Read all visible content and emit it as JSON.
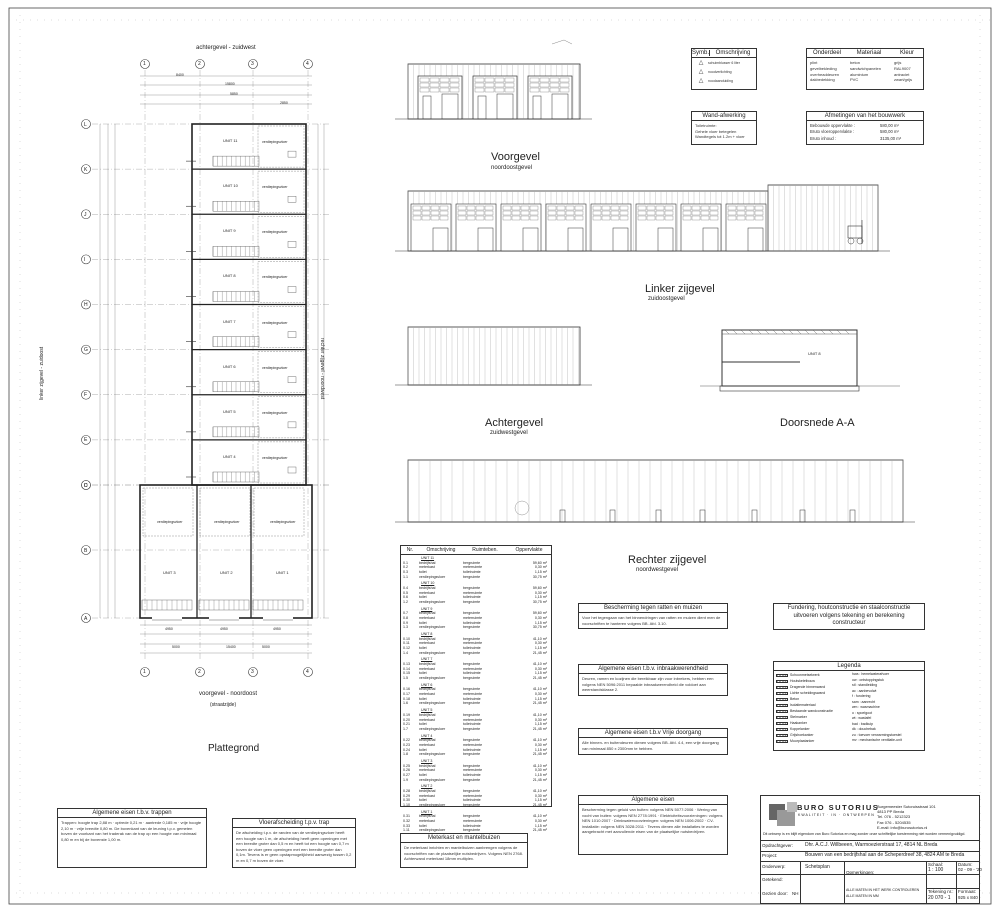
{
  "plan": {
    "title": "Plattegrond",
    "top_label": "achtergevel - zuidwest",
    "bottom_label": "voorgevel - noordoost",
    "bottom_sub": "(straatzijde)",
    "left_label": "linker zijgevel - zuidoost",
    "right_label": "rechter zijgevel - noordwest",
    "col_markers": [
      "1",
      "2",
      "3",
      "4"
    ],
    "row_markers": [
      "L",
      "K",
      "J",
      "I",
      "H",
      "G",
      "F",
      "E",
      "D",
      "C",
      "B",
      "A"
    ],
    "upper_units": [
      "UNIT 11",
      "UNIT 10",
      "UNIT 9",
      "UNIT 8",
      "UNIT 7",
      "UNIT 6",
      "UNIT 5",
      "UNIT 4"
    ],
    "lower_units": [
      "UNIT 3",
      "UNIT 2",
      "UNIT 1"
    ],
    "mezz_label": "verdiepingsvloer",
    "dims_top": [
      "8400",
      "15800",
      "5850",
      "2850"
    ],
    "dims_bottom": [
      "4950",
      "4950",
      "4950",
      "15400",
      "5000",
      "5000"
    ]
  },
  "views": {
    "front": {
      "title": "Voorgevel",
      "sub": "noordoostgevel"
    },
    "left": {
      "title": "Linker zijgevel",
      "sub": "zuidoostgevel"
    },
    "back": {
      "title": "Achtergevel",
      "sub": "zuidwestgevel"
    },
    "section": {
      "title": "Doorsnede A-A"
    },
    "right": {
      "title": "Rechter zijgevel",
      "sub": "noordwestgevel"
    },
    "section_unit": "UNIT 8"
  },
  "symbols": {
    "h1": "Symb.",
    "h2": "Omschrijving",
    "rows": [
      "schuimblusser 6 liter",
      "noodverlichting",
      "noodaanduiding"
    ]
  },
  "materials": {
    "headers": [
      "Onderdeel",
      "Materiaal",
      "Kleur"
    ],
    "rows": [
      [
        "plint",
        "beton",
        "grijs"
      ],
      [
        "gevelbekleding",
        "sandwichpanelen",
        "RAL9007"
      ],
      [
        "overheaddeuren",
        "aluminium",
        "antraciet"
      ],
      [
        "dakbedekking",
        "PVC",
        "zwart/grijs"
      ]
    ]
  },
  "wall": {
    "title": "Wand-afwerking",
    "lines": [
      "Toiletruimte:",
      "Gehele vloer betegelen",
      "Wandtegels tot 1.2m + vloer"
    ]
  },
  "measures": {
    "title": "Afmetingen van het bouwwerk",
    "rows": [
      [
        "Bebouwde oppervlakte :",
        "580,00 m²"
      ],
      [
        "Bruto vloeroppervlakte :",
        "580,00 m²"
      ],
      [
        "Bruto inhoud :",
        "3135,00 m³"
      ]
    ]
  },
  "rooms": {
    "headers": [
      "Nr.",
      "Omschrijving",
      "Ruimteben.",
      "Oppervlakte"
    ],
    "groups": [
      {
        "nr": [
          "0.1",
          "0.2",
          "0.3",
          "1.1"
        ],
        "unit": "UNIT 11",
        "vals": [
          "59,60 m²",
          "0,30 m²",
          "1,15 m²",
          "30,75 m²"
        ]
      },
      {
        "nr": [
          "0.4",
          "0.5",
          "0.6",
          "1.2"
        ],
        "unit": "UNIT 10",
        "vals": [
          "59,60 m²",
          "0,30 m²",
          "1,15 m²",
          "30,75 m²"
        ]
      },
      {
        "nr": [
          "0.7",
          "0.8",
          "0.9",
          "1.3"
        ],
        "unit": "UNIT 9",
        "vals": [
          "59,60 m²",
          "0,30 m²",
          "1,15 m²",
          "30,75 m²"
        ]
      },
      {
        "nr": [
          "0.10",
          "0.11",
          "0.12",
          "1.4"
        ],
        "unit": "UNIT 8",
        "vals": [
          "41,10 m²",
          "0,30 m²",
          "1,15 m²",
          "21,45 m²"
        ]
      },
      {
        "nr": [
          "0.13",
          "0.14",
          "0.15",
          "1.5"
        ],
        "unit": "UNIT 7",
        "vals": [
          "41,10 m²",
          "0,30 m²",
          "1,15 m²",
          "21,45 m²"
        ]
      },
      {
        "nr": [
          "0.16",
          "0.17",
          "0.18",
          "1.6"
        ],
        "unit": "UNIT 6",
        "vals": [
          "41,10 m²",
          "0,30 m²",
          "1,15 m²",
          "21,45 m²"
        ]
      },
      {
        "nr": [
          "0.19",
          "0.20",
          "0.21",
          "1.7"
        ],
        "unit": "UNIT 5",
        "vals": [
          "41,10 m²",
          "0,30 m²",
          "1,15 m²",
          "21,45 m²"
        ]
      },
      {
        "nr": [
          "0.22",
          "0.23",
          "0.24",
          "1.8"
        ],
        "unit": "UNIT 4",
        "vals": [
          "41,10 m²",
          "0,30 m²",
          "1,15 m²",
          "21,45 m²"
        ]
      },
      {
        "nr": [
          "0.25",
          "0.26",
          "0.27",
          "1.9"
        ],
        "unit": "UNIT 3",
        "vals": [
          "41,10 m²",
          "0,30 m²",
          "1,15 m²",
          "21,45 m²"
        ]
      },
      {
        "nr": [
          "0.28",
          "0.29",
          "0.30",
          "1.10"
        ],
        "unit": "UNIT 2",
        "vals": [
          "41,10 m²",
          "0,30 m²",
          "1,15 m²",
          "21,45 m²"
        ]
      },
      {
        "nr": [
          "0.31",
          "0.32",
          "0.33",
          "1.11"
        ],
        "unit": "UNIT 1",
        "vals": [
          "41,10 m²",
          "0,30 m²",
          "1,15 m²",
          "21,45 m²"
        ]
      }
    ],
    "descs": [
      "bedrijfshal",
      "meterkast",
      "toilet",
      "verdiepingsvloer"
    ],
    "types": [
      "bergruimte",
      "meterruimte",
      "toiletruimte",
      "bergruimte"
    ]
  },
  "notes": {
    "rats": {
      "title": "Bescherming tegen ratten en muizen",
      "body": "Voor het tegengaan van het binnendringen van ratten en muizen dient men de voorschriften te hanteren volgens BB. Afd. 3.10."
    },
    "burglary": {
      "title": "Algemene eisen t.b.v. inbraakwerendheid",
      "body": "Deuren, ramen en kozijnen die bereikbaar zijn voor inbrekers, hebben een volgens NEN 5096:2011 bepaalde inbraakwerendheid die voldoet aan weerstandsklasse 2."
    },
    "passage": {
      "title": "Algemene eisen t.b.v Vrije doorgang",
      "body": "Alle binnen- en buitendeuren dienen volgens BB. Afd. 4.4, een vrije doorgang van minimaal 850 x 2300mm te hebben."
    },
    "general": {
      "title": "Algemene eisen",
      "body": "Bescherming tegen geluid van buiten: volgens NEN 5077:2006 · Wering van vocht van buiten: volgens NEN 2778:1991 · Elektriciteitsvoorzieningen: volgens NEN 1010:2007 · Drinkwatervoorzieningen: volgens NEN 1006:2002 · CV-installatie: volgens NEN 3028:2011 · Tevens dienen alle installaties te worden aangebracht met aanvullende eisen van de plaatselijke nutsbedrijven."
    },
    "foundation": {
      "title": "Fundering, houtconstructie en staalconstructie uitvoeren volgens tekening en berekening constructeur"
    },
    "stairs": {
      "title": "Algemene eisen t.b.v. trappen",
      "body": "Trappen: hoogte trap 2,88 m · optrede 0,21 m · aantrede 0,185 m · vrije hoogte 2,10 m · vrije breedte 0,80 m. De bovenkant van de leuning t.p.v. gemeten boven de voorkant van het traderak van de trap op een hoogte van minimaal 0,80 m en bij de bovenste 1,00 m."
    },
    "floor": {
      "title": "Vloerafscheiding t.p.v. trap",
      "body": "De afscheiding t.p.v. de randen van de verdiepingsvloer heeft een hoogte van 1 m, de afscheiding heeft geen openingen met een breedte groter dan 0,5 m en heeft tot een hoogte van 0,7 m boven de vloer geen openingen met een breedte groter dan 0,1m. Tevens is er geen opstapmogelijkheid aanwezig tussen 0,2 m en 0,7 m boven de vloer."
    },
    "meter": {
      "title": "Meterkast en mantelbuizen",
      "body": "De meterkast inrichten en mantelbuizen aanbrengen volgens de voorschriften van de plaatselijke nutsbedrijven. Volgens NEN 2768. Achterwand meterkast 18mm multiplex."
    }
  },
  "legend": {
    "title": "Legenda",
    "left": [
      "Schoonmetselwerk",
      "Houtskeletbouw",
      "Dragende binnenwand",
      "Lichte scheidingswand",
      "Beton",
      "Isolatiemateriaal",
      "Bestaande wandconstructie",
      "Stelmarker",
      "Haakanker",
      "Koppelanker",
      "Grijshoekanker",
      "Muurplaatanker"
    ],
    "right": [
      "hwa : hemelwaterafvoer",
      "ow : ontstoppingstuk",
      "stl : standleiding",
      "ac : aanbevolwt",
      "f : fundering",
      "sam : aanrecht",
      "wm : wasmachine",
      "o : spoelgoot",
      "wt : wastafel",
      "bad : badkuip",
      "dk : douchebak",
      "zu : toevoer verwarmingstoestel",
      "mv : mechanische ventilatie-unit"
    ]
  },
  "titleblock": {
    "logo": "BURO SUTORIUS",
    "logo_sub": "KWALITEIT  ·  IN  ·  ONTWERPEN",
    "address": [
      "Burgemeester Sutoruisstraat 101",
      "4813 PP Breda",
      "Tel. 076 - 5212323",
      "Fax 076 - 5204535",
      "E-mail: info@burosutorius.nl"
    ],
    "disclaimer": "Dit ontwerp is en blijft eigendom van Buro Sutorius en mag zonder onze schriftelijke toestemming niet worden vermenigvuldigd.",
    "client_label": "Opdrachtgever:",
    "client": "Dhr. A.C.J. Willbeeen,  Warmoezierstraat 17,  4814 NL  Breda",
    "project_label": "Project:",
    "project": "Bouwen van een bedrijfshal aan de Scheperdreef 38,  4824 AM te Breda",
    "onderwerp_label": "Onderwerp:",
    "onderwerp": "Schetsplan",
    "getekend_label": "Getekend:",
    "opm_label": "Opmerkingen:",
    "gezien_label": "Gezien door:",
    "gezien": "NH",
    "note1": "ALLE MATEN IN HET WERK CONTROLEREN",
    "note2": "ALLE MATEN IN MM",
    "schaal_label": "Schaal:",
    "schaal": "1 : 100",
    "datum_label": "Datum:",
    "datum": "02 - 09 - '20",
    "tek_label": "Tekening nr.:",
    "tek": "20 070 - 1",
    "formaat_label": "Formaat:",
    "formaat": "925 x 840"
  }
}
